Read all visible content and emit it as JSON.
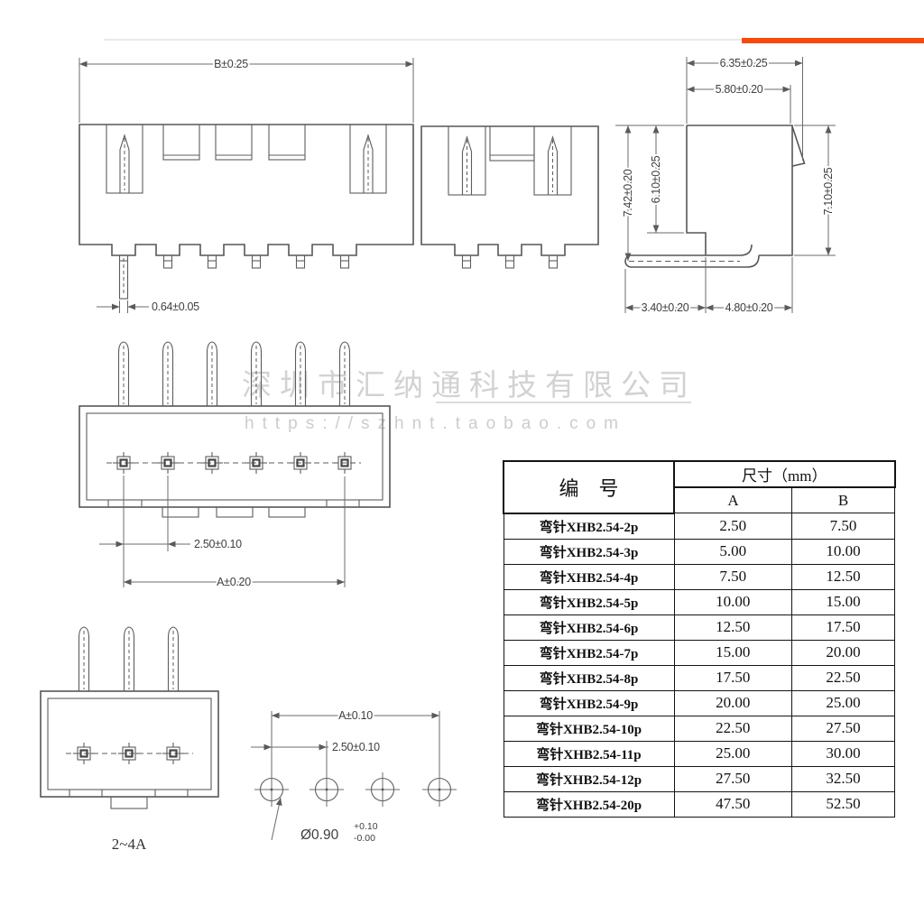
{
  "colors": {
    "accent_bar": "#f94a0a",
    "separator": "#e9e9e9",
    "drawing_line": "#575757",
    "watermark": "#d2d2d2"
  },
  "watermark": {
    "company": "深圳市汇纳通科技有限公司",
    "url": "https://szhnt.taobao.com"
  },
  "views": {
    "front_6pin": {
      "width_dim": "B±0.25",
      "pin_width_dim": "0.64±0.05"
    },
    "side": {
      "depth_outer_dim": "6.35±0.25",
      "depth_inner_dim": "5.80±0.20",
      "height_left_dim": "7.42±0.20",
      "height_inner_dim": "6.10±0.25",
      "height_right_dim": "7.10±0.25",
      "pin_front_dim": "3.40±0.20",
      "pin_under_dim": "4.80±0.20"
    },
    "top_6pin": {
      "pitch_dim": "2.50±0.10",
      "span_dim": "A±0.20"
    },
    "top_3pin": {
      "caption": "2~4A"
    },
    "pcb_holes": {
      "span_dim": "A±0.10",
      "pitch_dim": "2.50±0.10",
      "hole_dia": "Ø0.90",
      "hole_dia_tol_plus": "+0.10",
      "hole_dia_tol_minus": "-0.00"
    }
  },
  "table": {
    "header_part": "编　号",
    "header_size": "尺寸（mm）",
    "header_a": "A",
    "header_b": "B",
    "rows": [
      {
        "name": "弯针XHB2.54-2p",
        "a": "2.50",
        "b": "7.50"
      },
      {
        "name": "弯针XHB2.54-3p",
        "a": "5.00",
        "b": "10.00"
      },
      {
        "name": "弯针XHB2.54-4p",
        "a": "7.50",
        "b": "12.50"
      },
      {
        "name": "弯针XHB2.54-5p",
        "a": "10.00",
        "b": "15.00"
      },
      {
        "name": "弯针XHB2.54-6p",
        "a": "12.50",
        "b": "17.50"
      },
      {
        "name": "弯针XHB2.54-7p",
        "a": "15.00",
        "b": "20.00"
      },
      {
        "name": "弯针XHB2.54-8p",
        "a": "17.50",
        "b": "22.50"
      },
      {
        "name": "弯针XHB2.54-9p",
        "a": "20.00",
        "b": "25.00"
      },
      {
        "name": "弯针XHB2.54-10p",
        "a": "22.50",
        "b": "27.50"
      },
      {
        "name": "弯针XHB2.54-11p",
        "a": "25.00",
        "b": "30.00"
      },
      {
        "name": "弯针XHB2.54-12p",
        "a": "27.50",
        "b": "32.50"
      },
      {
        "name": "弯针XHB2.54-20p",
        "a": "47.50",
        "b": "52.50"
      }
    ]
  }
}
